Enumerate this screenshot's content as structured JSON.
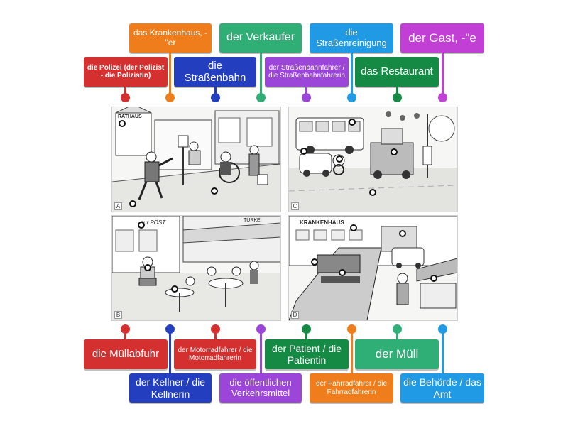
{
  "labels": {
    "polizei": "die Polizei (der Polizist - die Polizistin)",
    "krankenhaus": "das Krankenhaus, -\"er",
    "strassenbahn": "die Straßenbahn",
    "verkaeufer": "der Verkäufer",
    "strassenbahnfahrer": "der Straßenbahnfahrer / die Straßenbahnfahrerin",
    "strassenreinigung": "die Straßenreinigung",
    "restaurant": "das Restaurant",
    "gast": "der Gast, -\"e",
    "muellabfuhr": "die Müllabfuhr",
    "kellner": "der Kellner / die Kellnerin",
    "motorradfahrer": "der Motorradfahrer / die Motorradfahrerin",
    "verkehrsmittel": "die öffentlichen Verkehrsmittel",
    "patient": "der Patient / die Patientin",
    "fahrradfahrer": "der Fahrradfahrer / die Fahrradfahrerin",
    "muell": "der Müll",
    "behoerde": "die Behörde / das Amt"
  },
  "scenes": {
    "a": {
      "letter": "A",
      "sign": "RATHAUS"
    },
    "b": {
      "letter": "B",
      "sign": "zur POST",
      "sign2": "TÜRKEI"
    },
    "c": {
      "letter": "C"
    },
    "d": {
      "letter": "D",
      "sign": "KRANKENHAUS"
    }
  },
  "colors": {
    "red": "#d3302f",
    "orange": "#ef7d1c",
    "blue": "#233fc0",
    "green": "#2fae76",
    "purple": "#9b45d9",
    "skyblue": "#219ae6",
    "darkgreen": "#148a45",
    "magenta": "#c23fd6"
  }
}
